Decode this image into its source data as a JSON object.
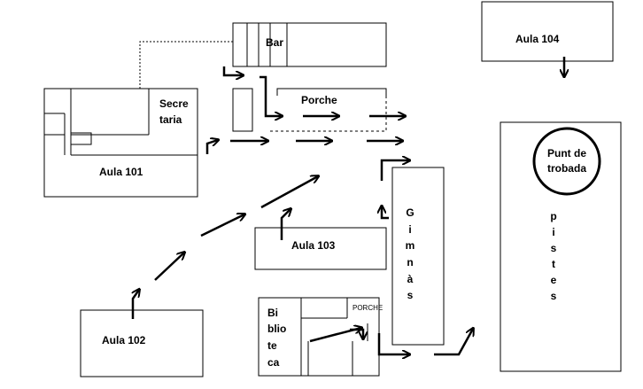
{
  "rooms": {
    "bar": "Bar",
    "porche": "Porche",
    "secretaria": [
      "Secre",
      "taria"
    ],
    "aula101": "Aula 101",
    "aula102": "Aula 102",
    "aula103": "Aula 103",
    "aula104": "Aula 104",
    "biblioteca": [
      "Bi",
      "blio",
      "te",
      "ca"
    ],
    "porche_small": "PORCHE",
    "gimnas": [
      "G",
      "i",
      "m",
      "n",
      "à",
      "s"
    ],
    "punt_trobada": [
      "Punt de",
      "trobada"
    ],
    "pistes": [
      "p",
      "i",
      "s",
      "t",
      "e",
      "s"
    ]
  }
}
